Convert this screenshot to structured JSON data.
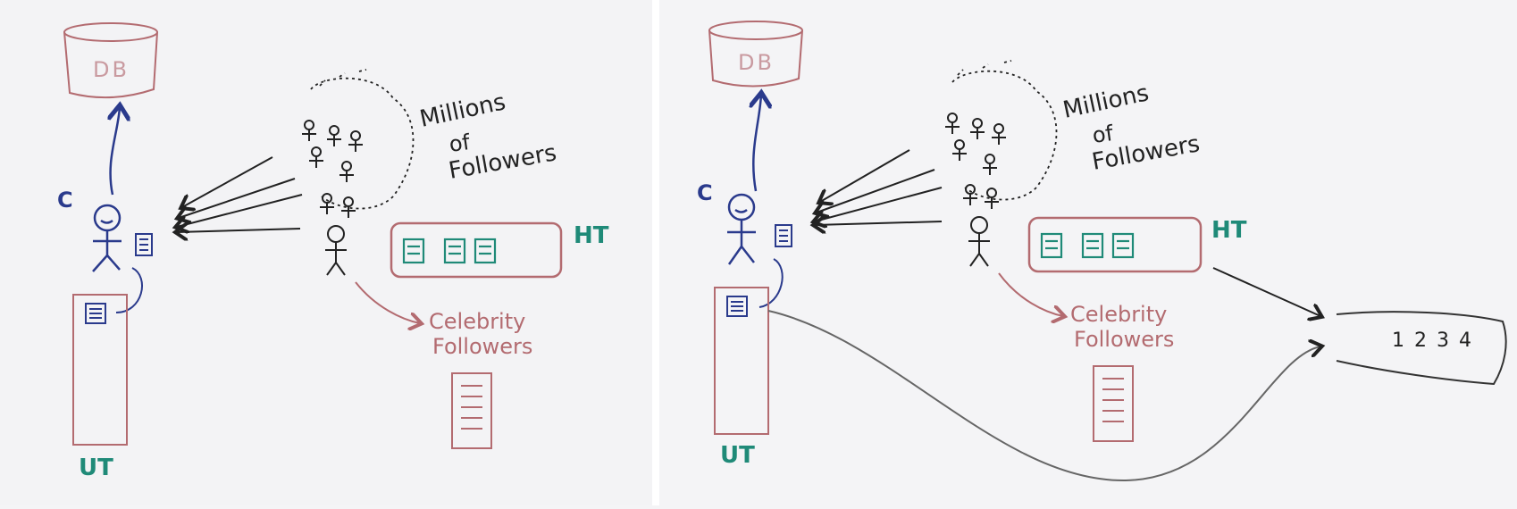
{
  "panels": [
    {
      "id": "left",
      "labels": {
        "db": "DB",
        "user": "C",
        "millions_line1": "Millions",
        "millions_line2": "of",
        "millions_line3": "Followers",
        "home_timeline": "HT",
        "celebrity_line1": "Celebrity",
        "celebrity_line2": "Followers",
        "user_timeline": "UT"
      }
    },
    {
      "id": "right",
      "labels": {
        "db": "DB",
        "user": "C",
        "millions_line1": "Millions",
        "millions_line2": "of",
        "millions_line3": "Followers",
        "home_timeline": "HT",
        "celebrity_line1": "Celebrity",
        "celebrity_line2": "Followers",
        "user_timeline": "UT",
        "merged_box": "1 2 3 4"
      }
    }
  ],
  "colors": {
    "blue_ink": "#2a3a8c",
    "red_ink": "#b36b70",
    "teal_ink": "#1f8a78",
    "black_ink": "#222222",
    "board": "#f6f6f8",
    "divider": "#ffffff"
  }
}
